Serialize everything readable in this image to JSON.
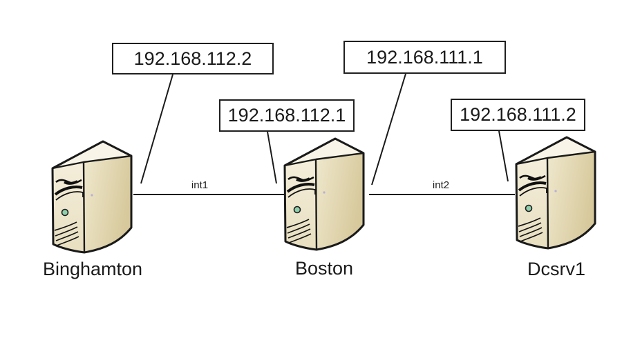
{
  "diagram": {
    "type": "network-topology",
    "background_color": "#ffffff",
    "line_color": "#1a1a1a",
    "nodes": [
      {
        "id": "binghamton",
        "label": "Binghamton",
        "icon": "server-tower-icon"
      },
      {
        "id": "boston",
        "label": "Boston",
        "icon": "server-tower-icon"
      },
      {
        "id": "dcsrv1",
        "label": "Dcsrv1",
        "icon": "server-tower-icon"
      }
    ],
    "links": [
      {
        "id": "int1",
        "label": "int1",
        "from": "Binghamton",
        "to": "Boston"
      },
      {
        "id": "int2",
        "label": "int2",
        "from": "Boston",
        "to": "Dcsrv1"
      }
    ],
    "ip_labels": [
      {
        "value": "192.168.112.2"
      },
      {
        "value": "192.168.112.1"
      },
      {
        "value": "192.168.111.1"
      },
      {
        "value": "192.168.111.2"
      }
    ],
    "colors": {
      "server_front": "#f1ebd7",
      "server_side_light": "#ece4c8",
      "server_side_dark": "#d7c99c",
      "server_top": "#f8f5e8",
      "outline": "#1a1a1a",
      "power_button": "#8ed0ac",
      "label_box_background": "#ffffff"
    }
  }
}
